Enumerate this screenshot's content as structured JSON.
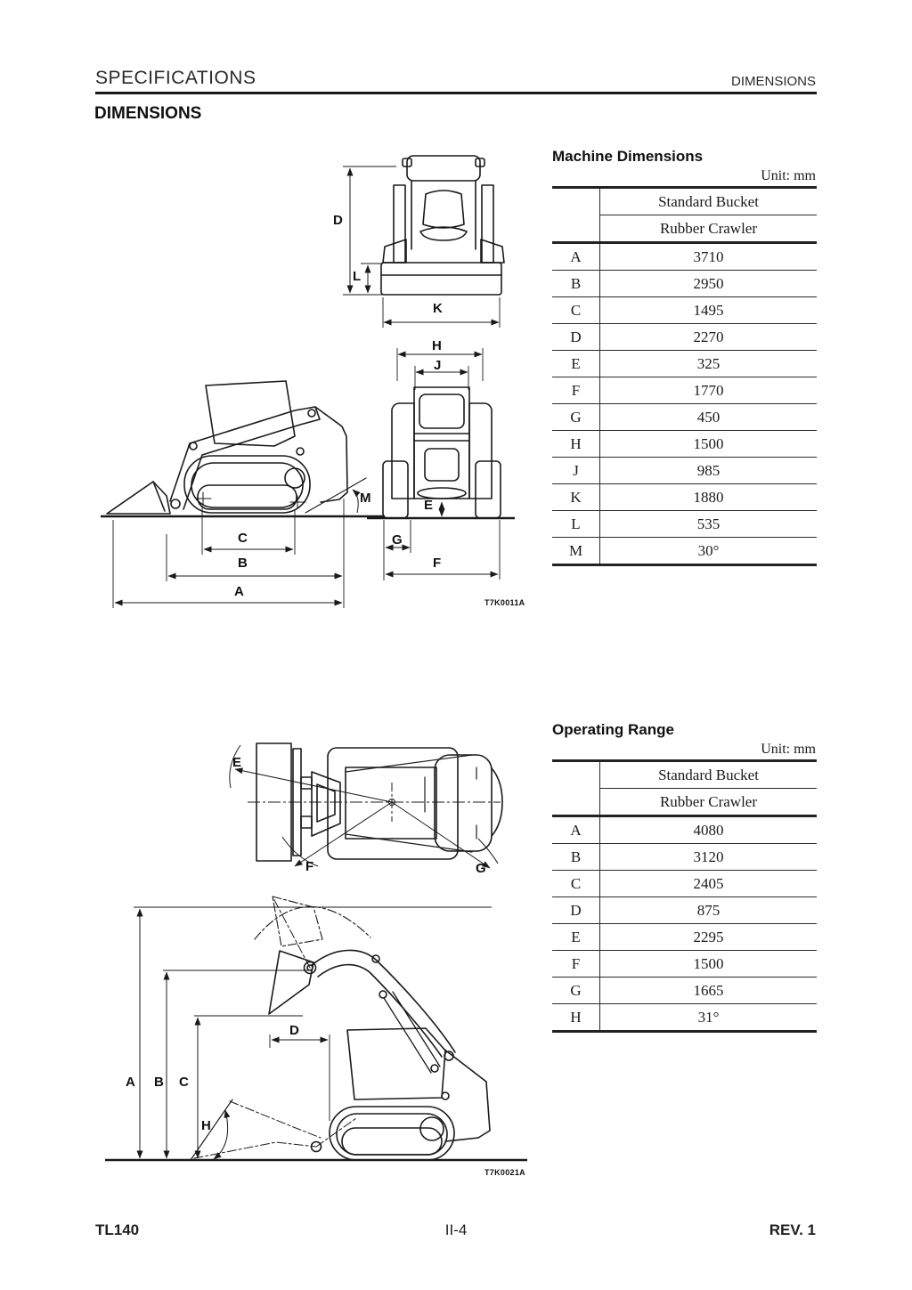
{
  "page": {
    "header_left": "SPECIFICATIONS",
    "header_right": "DIMENSIONS",
    "title": "DIMENSIONS",
    "footer_left": "TL140",
    "footer_center": "II-4",
    "footer_right": "REV. 1"
  },
  "machine_dimensions": {
    "title": "Machine Dimensions",
    "unit": "Unit: mm",
    "col_header_1": "Standard Bucket",
    "col_header_2": "Rubber Crawler",
    "rows": [
      {
        "label": "A",
        "value": "3710"
      },
      {
        "label": "B",
        "value": "2950"
      },
      {
        "label": "C",
        "value": "1495"
      },
      {
        "label": "D",
        "value": "2270"
      },
      {
        "label": "E",
        "value": "325"
      },
      {
        "label": "F",
        "value": "1770"
      },
      {
        "label": "G",
        "value": "450"
      },
      {
        "label": "H",
        "value": "1500"
      },
      {
        "label": "J",
        "value": "985"
      },
      {
        "label": "K",
        "value": "1880"
      },
      {
        "label": "L",
        "value": "535"
      },
      {
        "label": "M",
        "value": "30°"
      }
    ],
    "figure_id": "T7K0011A",
    "labels": {
      "D": "D",
      "L": "L",
      "K": "K",
      "H": "H",
      "J": "J",
      "E": "E",
      "G": "G",
      "F": "F",
      "M": "M",
      "C": "C",
      "B": "B",
      "A": "A"
    }
  },
  "operating_range": {
    "title": "Operating Range",
    "unit": "Unit: mm",
    "col_header_1": "Standard Bucket",
    "col_header_2": "Rubber Crawler",
    "rows": [
      {
        "label": "A",
        "value": "4080"
      },
      {
        "label": "B",
        "value": "3120"
      },
      {
        "label": "C",
        "value": "2405"
      },
      {
        "label": "D",
        "value": "875"
      },
      {
        "label": "E",
        "value": "2295"
      },
      {
        "label": "F",
        "value": "1500"
      },
      {
        "label": "G",
        "value": "1665"
      },
      {
        "label": "H",
        "value": "31°"
      }
    ],
    "figure_id": "T7K0021A",
    "labels": {
      "E": "E",
      "F": "F",
      "G": "G",
      "A": "A",
      "B": "B",
      "C": "C",
      "D": "D",
      "H": "H"
    }
  },
  "line_color": "#1a1a1a"
}
